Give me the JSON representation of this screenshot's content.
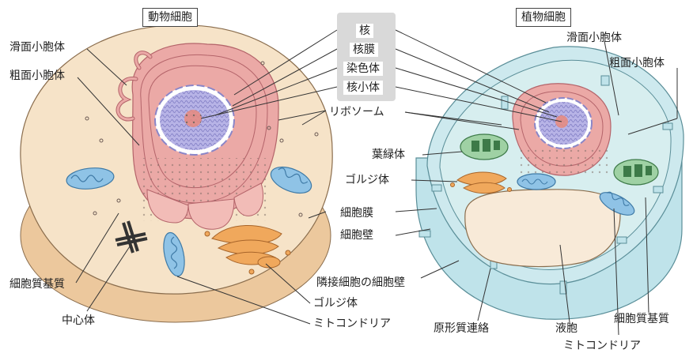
{
  "titles": {
    "animal": "動物細胞",
    "plant": "植物細胞"
  },
  "center_labels": [
    "核",
    "核膜",
    "染色体",
    "核小体"
  ],
  "animal_labels": {
    "smooth_er": "滑面小胞体",
    "rough_er": "粗面小胞体",
    "cytoplasm": "細胞質基質",
    "centrosome": "中心体"
  },
  "shared_labels": {
    "ribosome": "リボソーム",
    "golgi": "ゴルジ体",
    "mitochondria": "ミトコンドリア",
    "cell_membrane": "細胞膜"
  },
  "plant_labels": {
    "smooth_er": "滑面小胞体",
    "rough_er": "粗面小胞体",
    "chloroplast": "葉緑体",
    "golgi": "ゴルジ体",
    "cell_wall": "細胞壁",
    "adjacent_wall": "隣接細胞の細胞壁",
    "cytoplasm": "細胞質基質",
    "plasmodesmata": "原形質連絡",
    "vacuole": "液胞",
    "mitochondria": "ミトコンドリア"
  },
  "colors": {
    "animal_cytoplasm": "#f6e3c8",
    "animal_side": "#ecc89d",
    "er": "#e9a3a3",
    "er_stroke": "#b4646a",
    "nucleus": "#b7b3e6",
    "nucleolus": "#e98a7d",
    "mitochondria": "#8fc3e6",
    "golgi": "#f0a85c",
    "plant_cytoplasm": "#d7eeef",
    "plant_wall": "#bfe3ea",
    "vacuole": "#f8ead8",
    "chloroplast": "#9fd1a4",
    "label_panel": "#d9d9d9"
  }
}
